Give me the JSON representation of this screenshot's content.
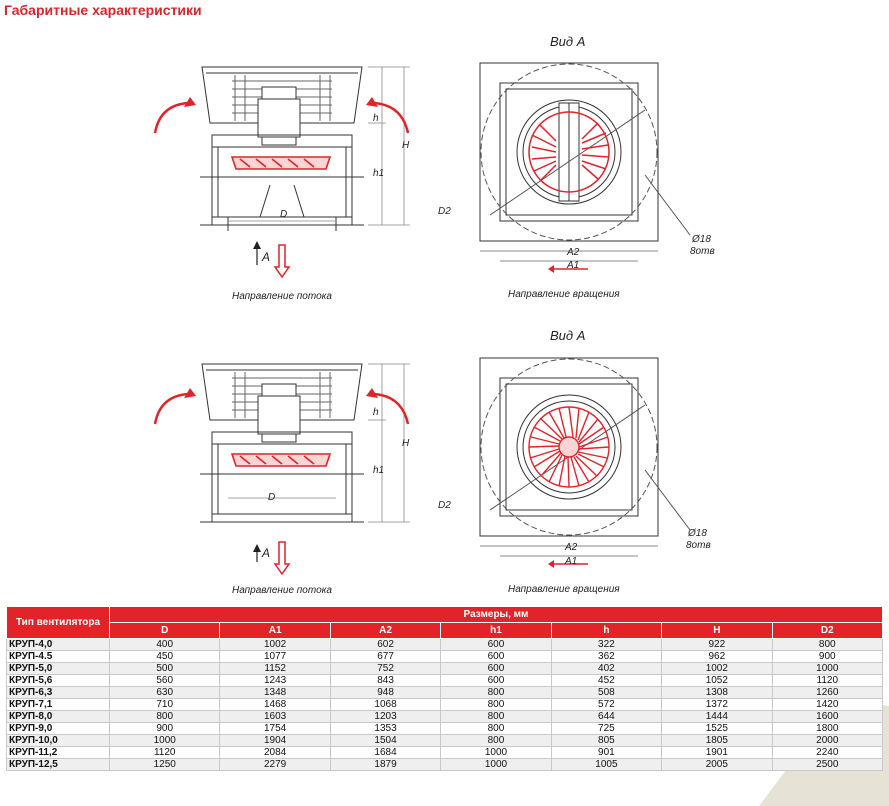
{
  "title": "Габаритные характеристики",
  "views": [
    {
      "view_label": "Вид А",
      "flow_label": "Направление потока",
      "rotation_label": "Направление вращения",
      "arrow_label": "A",
      "dim_h": "h",
      "dim_H": "H",
      "dim_h1": "h1",
      "dim_D": "D",
      "dim_D2": "D2",
      "dim_A1": "A1",
      "dim_A2": "A2",
      "hole_label": "Ø18",
      "hole_count": "8отв"
    },
    {
      "view_label": "Вид А",
      "flow_label": "Направление потока",
      "rotation_label": "Направление вращения",
      "arrow_label": "A",
      "dim_h": "h",
      "dim_H": "H",
      "dim_h1": "h1",
      "dim_D": "D",
      "dim_D2": "D2",
      "dim_A1": "A1",
      "dim_A2": "A2",
      "hole_label": "Ø18",
      "hole_count": "8отв"
    }
  ],
  "table": {
    "type_header": "Тип вентилятора",
    "group_header": "Размеры, мм",
    "columns": [
      "D",
      "A1",
      "A2",
      "h1",
      "h",
      "H",
      "D2"
    ],
    "rows": [
      {
        "type": "КРУП-4,0",
        "values": [
          "400",
          "1002",
          "602",
          "600",
          "322",
          "922",
          "800"
        ]
      },
      {
        "type": "КРУП-4.5",
        "values": [
          "450",
          "1077",
          "677",
          "600",
          "362",
          "962",
          "900"
        ]
      },
      {
        "type": "КРУП-5,0",
        "values": [
          "500",
          "1152",
          "752",
          "600",
          "402",
          "1002",
          "1000"
        ]
      },
      {
        "type": "КРУП-5,6",
        "values": [
          "560",
          "1243",
          "843",
          "600",
          "452",
          "1052",
          "1120"
        ]
      },
      {
        "type": "КРУП-6,3",
        "values": [
          "630",
          "1348",
          "948",
          "800",
          "508",
          "1308",
          "1260"
        ]
      },
      {
        "type": "КРУП-7,1",
        "values": [
          "710",
          "1468",
          "1068",
          "800",
          "572",
          "1372",
          "1420"
        ]
      },
      {
        "type": "КРУП-8,0",
        "values": [
          "800",
          "1603",
          "1203",
          "800",
          "644",
          "1444",
          "1600"
        ]
      },
      {
        "type": "КРУП-9,0",
        "values": [
          "900",
          "1754",
          "1353",
          "800",
          "725",
          "1525",
          "1800"
        ]
      },
      {
        "type": "КРУП-10,0",
        "values": [
          "1000",
          "1904",
          "1504",
          "800",
          "805",
          "1805",
          "2000"
        ]
      },
      {
        "type": "КРУП-11,2",
        "values": [
          "1120",
          "2084",
          "1684",
          "1000",
          "901",
          "1901",
          "2240"
        ]
      },
      {
        "type": "КРУП-12,5",
        "values": [
          "1250",
          "2279",
          "1879",
          "1000",
          "1005",
          "2005",
          "2500"
        ]
      }
    ]
  }
}
